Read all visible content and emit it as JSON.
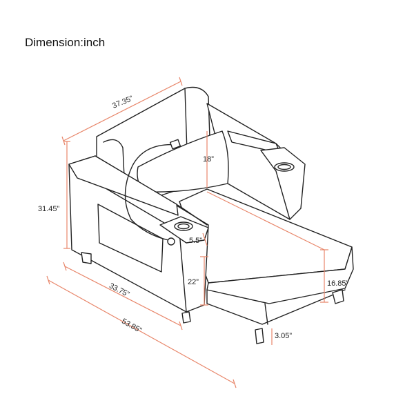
{
  "title": "Dimension:inch",
  "dimensions": {
    "depth_top": "37.35”",
    "height_total": "31.45”",
    "pillow": "18”",
    "cup_holder": "5.5”",
    "arm_height": "22”",
    "seat_height": "16.85”",
    "leg_height": "3.05”",
    "width_arm": "33.75”",
    "length_total": "53.85”"
  },
  "colors": {
    "dimension_line": "#e8866a",
    "outline": "#222222"
  }
}
